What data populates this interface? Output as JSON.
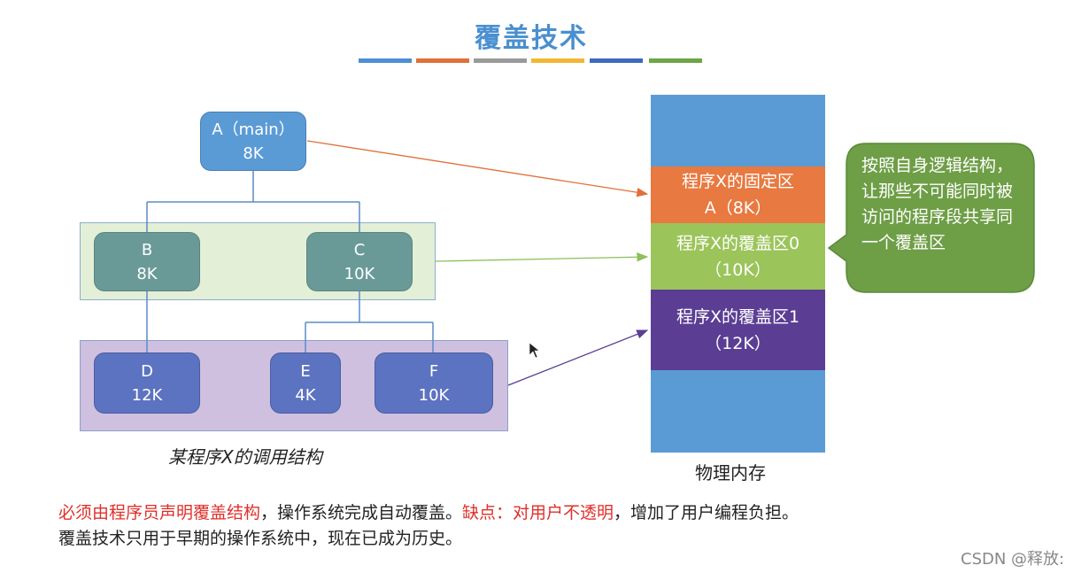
{
  "title": "覆盖技术",
  "title_bar_colors": [
    "#4f8ed3",
    "#e0703a",
    "#9a9a9a",
    "#f2b734",
    "#3d6abf",
    "#6ea546"
  ],
  "tree": {
    "nodes": {
      "A": {
        "name": "A（main）",
        "size": "8K"
      },
      "B": {
        "name": "B",
        "size": "8K"
      },
      "C": {
        "name": "C",
        "size": "10K"
      },
      "D": {
        "name": "D",
        "size": "12K"
      },
      "E": {
        "name": "E",
        "size": "4K"
      },
      "F": {
        "name": "F",
        "size": "10K"
      }
    },
    "caption": "某程序X的调用结构"
  },
  "memory": {
    "caption": "物理内存",
    "fixed": {
      "line1": "程序X的固定区",
      "line2": "A（8K）"
    },
    "overlay0": {
      "line1": "程序X的覆盖区0",
      "line2": "（10K）"
    },
    "overlay1": {
      "line1": "程序X的覆盖区1",
      "line2": "（12K）"
    }
  },
  "callout": "按照自身逻辑结构，让那些不可能同时被访问的程序段共享同一个覆盖区",
  "notes": {
    "line1_red_a": "必须由程序员声明覆盖结构",
    "line1_black_a": "，操作系统完成自动覆盖。",
    "line1_red_b": "缺点：对用户不透明",
    "line1_black_b": "，增加了用户编程负担。",
    "line2": "覆盖技术只用于早期的操作系统中，现在已成为历史。"
  },
  "watermark": "CSDN @释放:",
  "colors": {
    "node_a": "#5b9bd5",
    "node_bc": "#6a9a98",
    "node_def": "#5b73c0",
    "group_green": "#e3efd6",
    "group_purple": "#cfc0e0",
    "mem_blue": "#5b9bd5",
    "mem_fixed": "#e87940",
    "mem_overlay0": "#9bc45a",
    "mem_overlay1": "#5b3e94",
    "callout": "#6e9e46"
  }
}
